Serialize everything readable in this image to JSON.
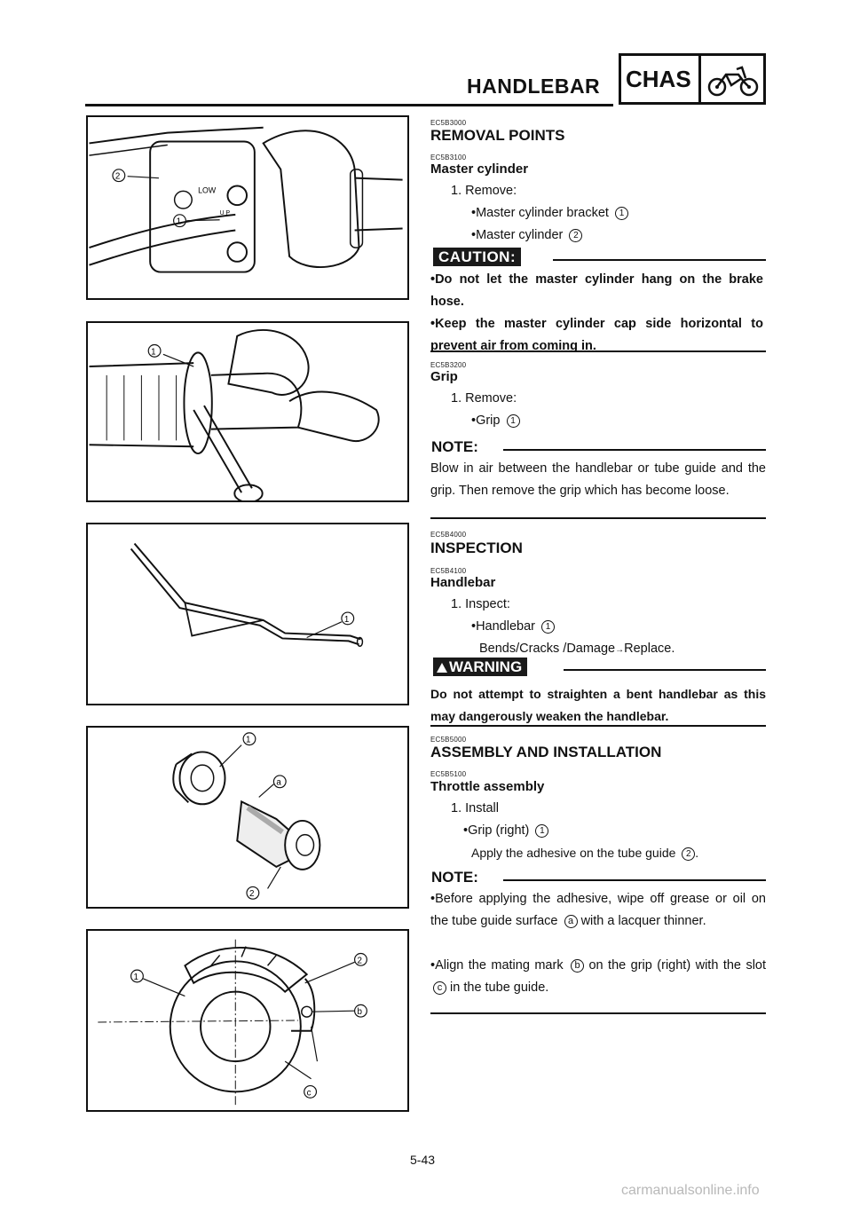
{
  "header": {
    "title": "HANDLEBAR",
    "section_badge": "CHAS",
    "section_icon": "motorcycle-icon"
  },
  "figures": [
    {
      "name": "master-cylinder-figure",
      "labels": [
        "2",
        "1"
      ],
      "text_labels": [
        "LOW",
        "UP"
      ]
    },
    {
      "name": "grip-removal-figure",
      "labels": [
        "1"
      ]
    },
    {
      "name": "handlebar-figure",
      "labels": [
        "1"
      ]
    },
    {
      "name": "throttle-assembly-figure",
      "labels": [
        "1",
        "a",
        "2"
      ]
    },
    {
      "name": "grip-alignment-figure",
      "labels": [
        "1",
        "2",
        "b",
        "c"
      ]
    }
  ],
  "removal": {
    "code": "EC5B3000",
    "title": "REMOVAL POINTS",
    "master": {
      "code": "EC5B3100",
      "title": "Master cylinder",
      "step": "1. Remove:",
      "items": [
        {
          "text": "Master cylinder bracket",
          "num": "1"
        },
        {
          "text": "Master cylinder",
          "num": "2"
        }
      ],
      "caution_label": "CAUTION:",
      "caution_items": [
        "Do not let the master cylinder hang on the brake hose.",
        "Keep the master cylinder cap side horizontal to prevent air from coming in."
      ]
    },
    "grip": {
      "code": "EC5B3200",
      "title": "Grip",
      "step": "1. Remove:",
      "item": "Grip",
      "num": "1",
      "note_label": "NOTE:",
      "note": "Blow in air between the handlebar or tube guide and the grip. Then remove the grip which has become loose."
    }
  },
  "inspection": {
    "code": "EC5B4000",
    "title": "INSPECTION",
    "handlebar": {
      "code": "EC5B4100",
      "title": "Handlebar",
      "step": "1. Inspect:",
      "item": "Handlebar",
      "num": "1",
      "result": "Bends/Cracks /Damage",
      "arrow": "→",
      "action": "Replace.",
      "warning_label": "WARNING",
      "warning": "Do not attempt to straighten a bent handlebar as this may dangerously weaken the handlebar."
    }
  },
  "assembly": {
    "code": "EC5B5000",
    "title": "ASSEMBLY AND INSTALLATION",
    "throttle": {
      "code": "EC5B5100",
      "title": "Throttle assembly",
      "step": "1. Install",
      "item": "Grip (right)",
      "num": "1",
      "sub_pre": "Apply the adhesive on the tube guide",
      "sub_num": "2",
      "sub_post": ".",
      "note_label": "NOTE:",
      "n1_pre": "Before applying the adhesive, wipe off grease or oil on the tube guide surface",
      "n1_mark": "a",
      "n1_post": "with a lacquer thinner.",
      "n2_pre": "Align the mating mark",
      "n2_mark": "b",
      "n2_mid": "on the grip (right) with the slot",
      "n2_mark2": "c",
      "n2_post": "in the tube guide."
    }
  },
  "footer": {
    "page": "5-43",
    "url": "carmanualsonline.info"
  }
}
